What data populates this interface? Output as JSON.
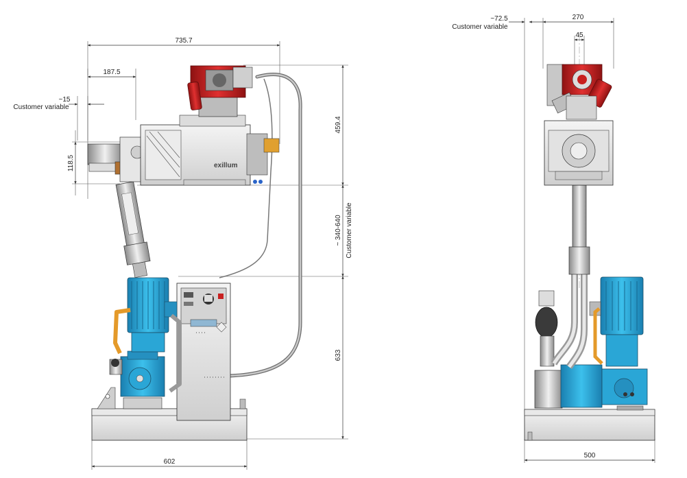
{
  "left_view": {
    "brand": "exillum",
    "dimensions": {
      "overall_width_top": "735.7",
      "arm_offset": "187.5",
      "customer_offset": "~15",
      "customer_offset_note": "Customer variable",
      "arm_height": "118.5",
      "head_height": "459.4",
      "adjustable_height": "~ 340-640",
      "adjustable_note": "Customer variable",
      "lower_height": "633",
      "base_width": "602"
    }
  },
  "right_view": {
    "dimensions": {
      "customer_offset": "~72.5",
      "customer_offset_note": "Customer variable",
      "head_width": "270",
      "center_width": "45",
      "base_width": "500"
    }
  },
  "colors": {
    "motor_blue": "#2aa6d6",
    "head_red": "#c8201f",
    "base_grey": "#d9d9d9",
    "pipe_orange": "#e49a2a"
  }
}
